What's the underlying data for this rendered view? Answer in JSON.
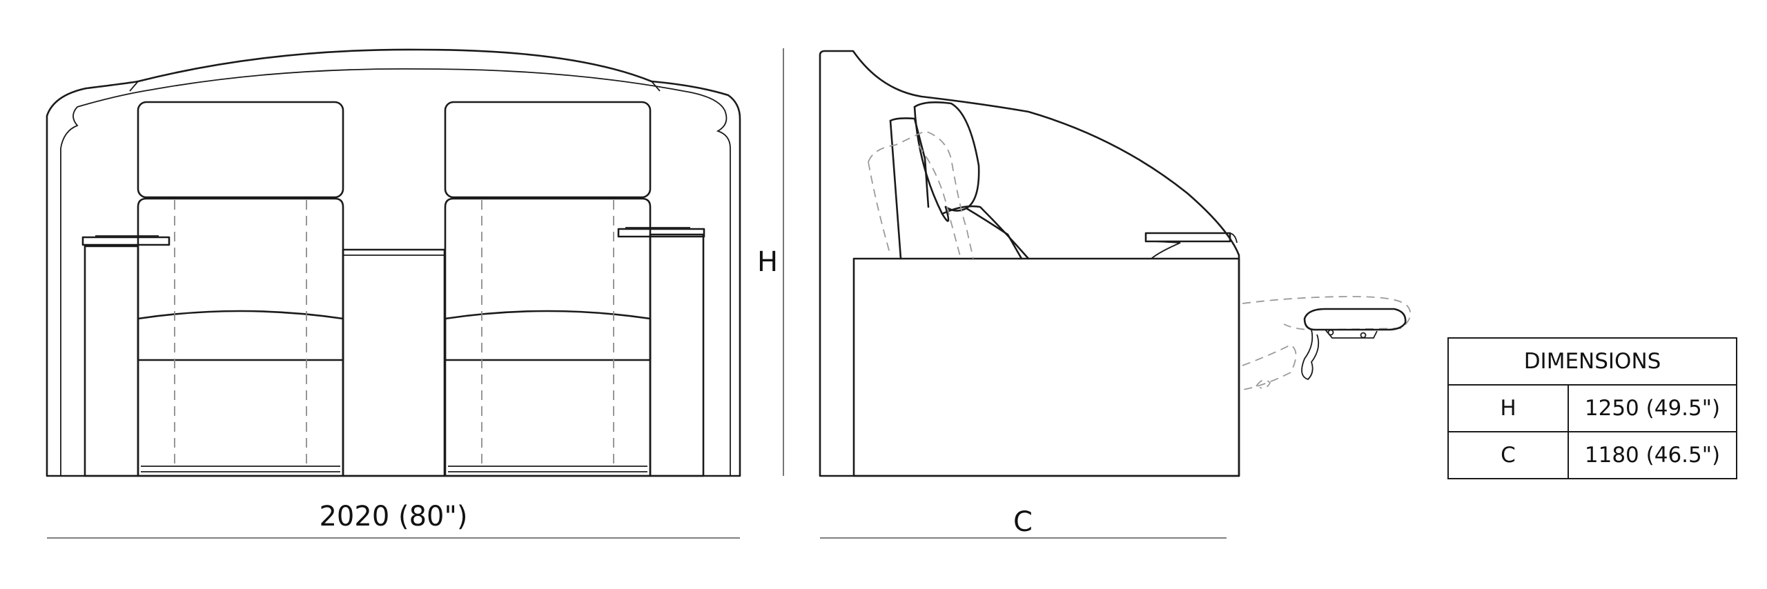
{
  "front_view": {
    "width_label": "2020 (80\")"
  },
  "side_view": {
    "height_label": "H",
    "depth_label": "C"
  },
  "table": {
    "header": "DIMENSIONS",
    "rows": [
      {
        "key": "H",
        "value": "1250 (49.5\")"
      },
      {
        "key": "C",
        "value": "1180 (46.5\")"
      }
    ]
  },
  "colors": {
    "line": "#1a1a1a",
    "hidden_line": "#8a8a8a",
    "background": "#ffffff"
  }
}
